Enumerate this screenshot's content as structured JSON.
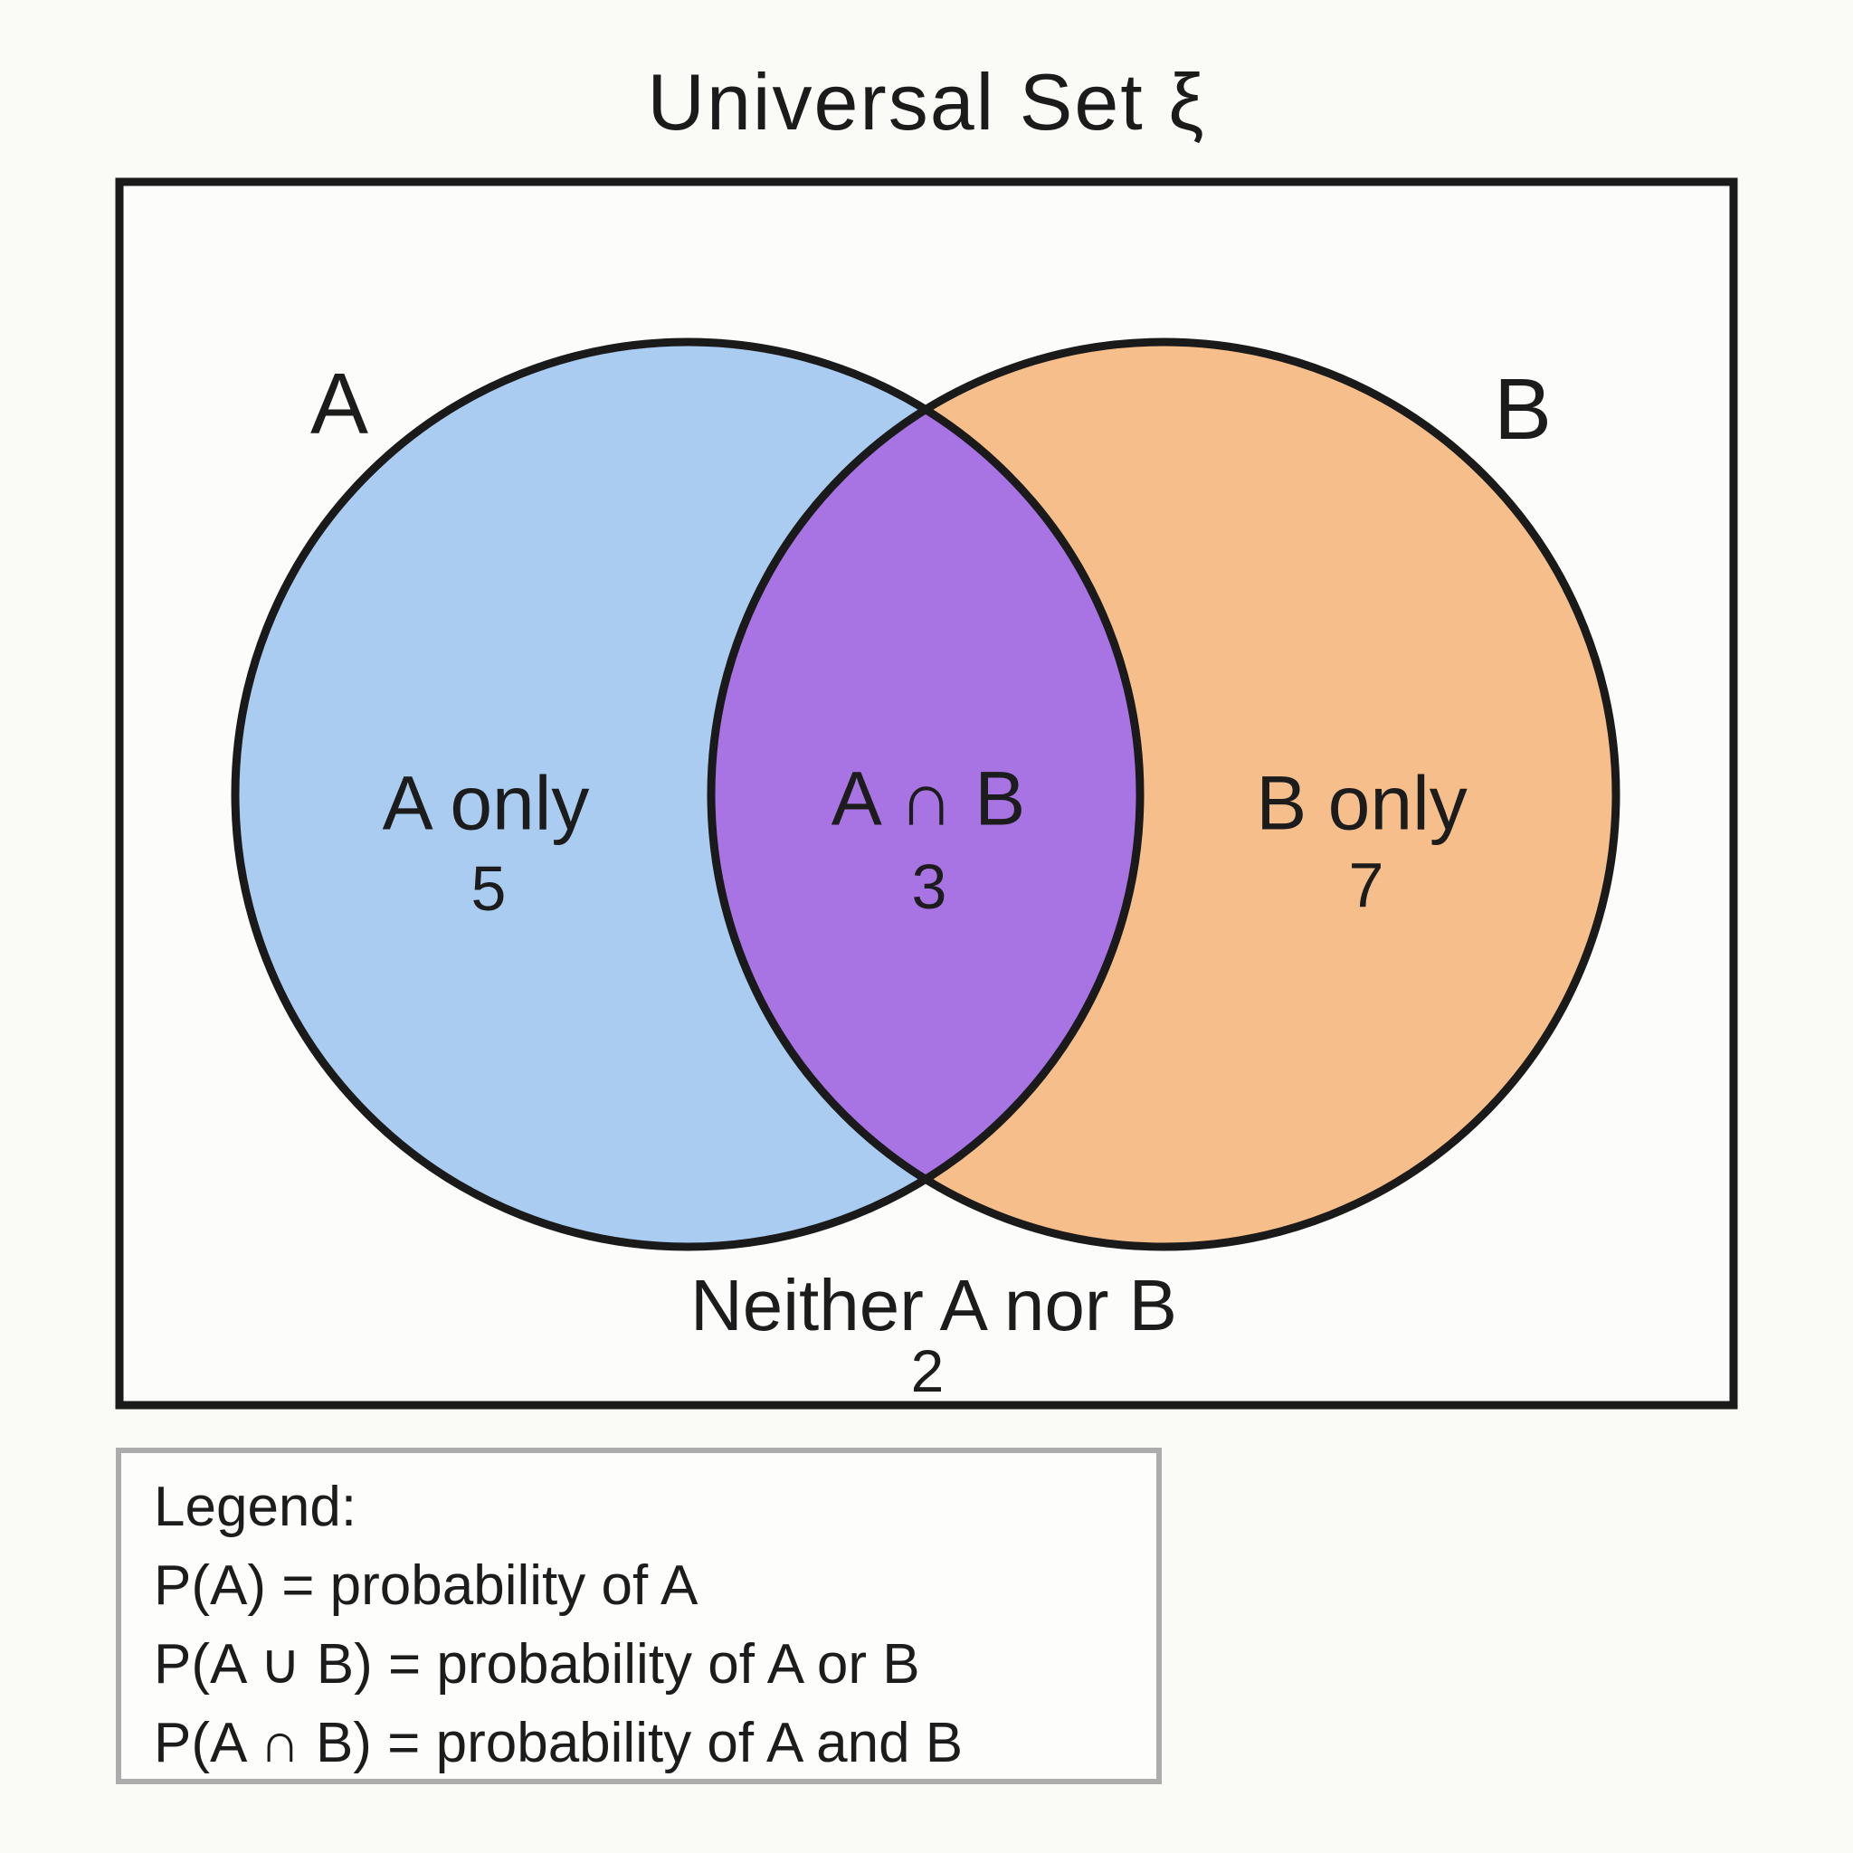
{
  "title": "Universal Set ξ",
  "sets": {
    "a_label": "A",
    "b_label": "B"
  },
  "regions": {
    "a_only": {
      "label": "A only",
      "value": "5"
    },
    "intersection": {
      "label": "A ∩ B",
      "value": "3"
    },
    "b_only": {
      "label": "B only",
      "value": "7"
    },
    "neither": {
      "label": "Neither A nor B",
      "value": "2"
    }
  },
  "legend": {
    "heading": "Legend:",
    "lines": [
      "P(A) = probability of A",
      "P(A ∪ B) = probability of A or B",
      "P(A ∩ B) = probability of A and B"
    ]
  },
  "colors": {
    "background": "#FAFAF6",
    "universal_set_fill": "#FCFCFA",
    "set_a_fill": "#A9CCF0",
    "set_b_fill": "#F6BE8A",
    "intersection_fill": "#A873E2",
    "outline": "#1A1A1A",
    "legend_border": "#ACACAC"
  },
  "chart_data": {
    "type": "venn",
    "title": "Universal Set ξ",
    "sets": [
      "A",
      "B"
    ],
    "region_counts": {
      "A_only": 5,
      "A_and_B": 3,
      "B_only": 7,
      "neither_A_nor_B": 2
    }
  }
}
